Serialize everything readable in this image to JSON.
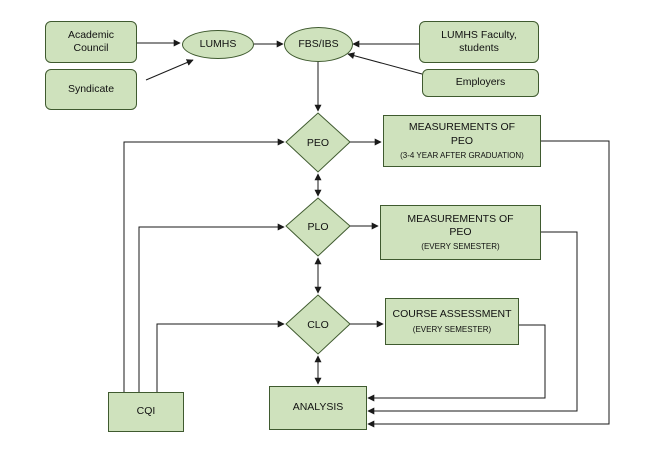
{
  "nodes": {
    "academic_council": "Academic Council",
    "syndicate": "Syndicate",
    "lumhs": "LUMHS",
    "fbs_ibs": "FBS/IBS",
    "lumhs_faculty": "LUMHS Faculty, students",
    "employers": "Employers",
    "peo": "PEO",
    "plo": "PLO",
    "clo": "CLO",
    "peo_measure": {
      "title": "MEASUREMENTS OF PEO",
      "note": "(3-4 YEAR AFTER GRADUATION)"
    },
    "plo_measure": {
      "title": "MEASUREMENTS OF PEO",
      "note": "(EVERY SEMESTER)"
    },
    "course_assessment": {
      "title": "COURSE ASSESSMENT",
      "note": "(EVERY SEMESTER)"
    },
    "cqi": "CQI",
    "analysis": "ANALYSIS"
  },
  "colors": {
    "fill": "#cfe2bd",
    "border": "#3f5a2f",
    "line": "#1a1a1a"
  }
}
